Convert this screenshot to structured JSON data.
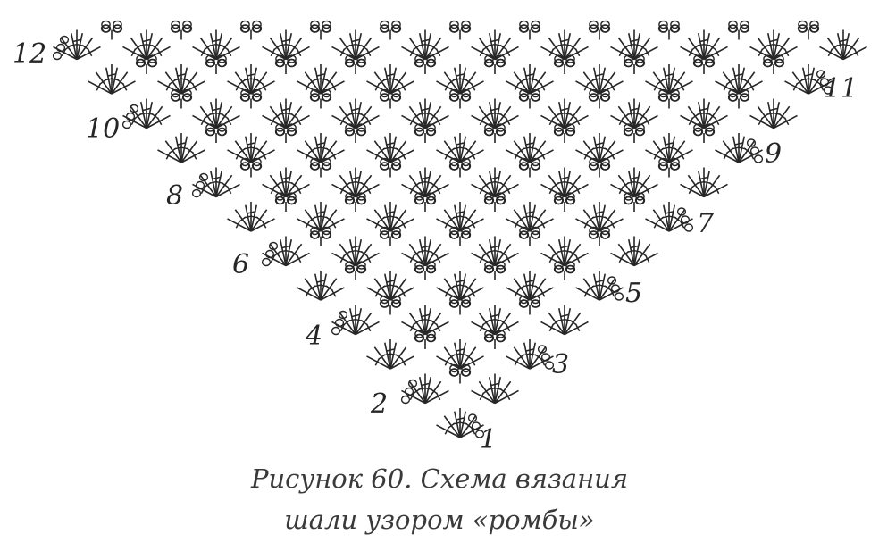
{
  "figure": {
    "caption_line1": "Рисунок 60. Схема вязания",
    "caption_line2": "шали узором «ромбы»"
  },
  "diagram": {
    "row_labels": [
      "1",
      "2",
      "3",
      "4",
      "5",
      "6",
      "7",
      "8",
      "9",
      "10",
      "11",
      "12"
    ],
    "ink_color": "#262626",
    "symbols": [
      "fan-of-double-crochets",
      "chain-stitch",
      "single-crochet"
    ]
  }
}
